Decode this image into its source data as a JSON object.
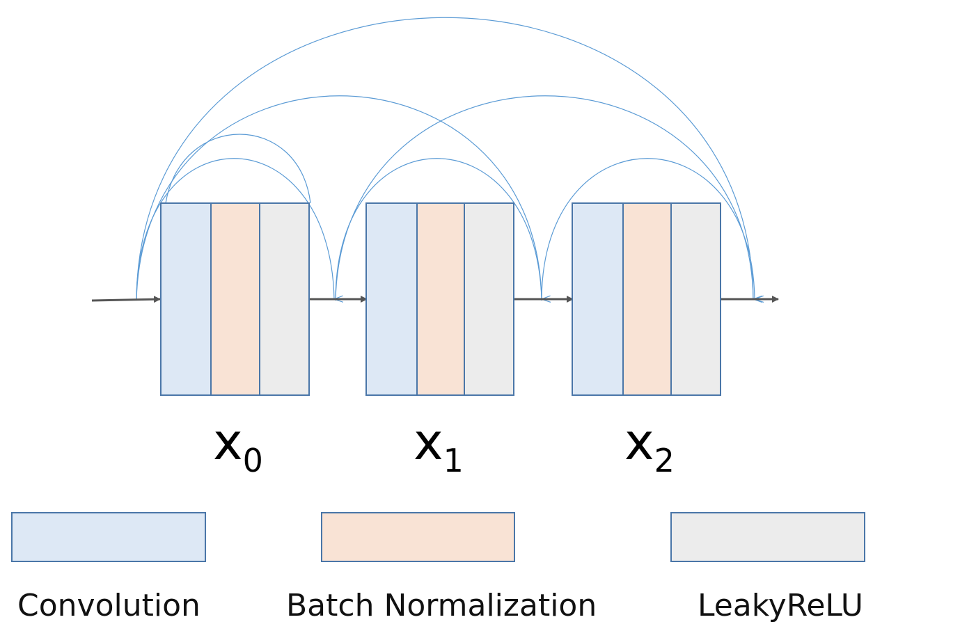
{
  "blocks": [
    {
      "var": "x",
      "sub": "0"
    },
    {
      "var": "x",
      "sub": "1"
    },
    {
      "var": "x",
      "sub": "2"
    }
  ],
  "layers": [
    "Convolution",
    "Batch Normalization",
    "LeakyReLU"
  ],
  "legend": [
    {
      "label": "Convolution",
      "color": "#dde8f5"
    },
    {
      "label": "Batch Normalization",
      "color": "#f9e3d5"
    },
    {
      "label": "LeakyReLU",
      "color": "#ececec"
    }
  ],
  "colors": {
    "conv": "#dde8f5",
    "bn": "#f9e3d5",
    "relu": "#ececec",
    "border": "#4a76a8",
    "skip_arc": "#5b9bd5",
    "main_arrow": "#555555"
  }
}
